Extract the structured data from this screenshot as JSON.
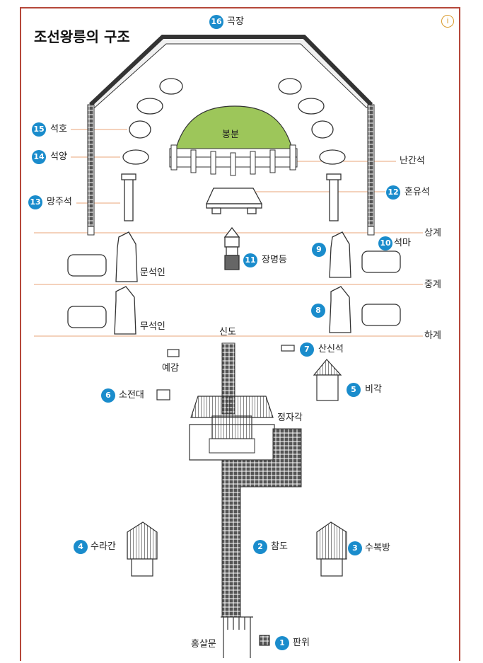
{
  "title": "조선왕릉의 구조",
  "info_icon": "info-icon",
  "colors": {
    "frame": "#b5473a",
    "badge": "#1a8ccc",
    "mound": "#9dc65a",
    "guide": "#e8a67a"
  },
  "levels": {
    "upper": "상계",
    "middle": "중계",
    "lower": "하계"
  },
  "labels": {
    "mound": "봉분",
    "railing": "난간석",
    "sacred_path": "신도",
    "ritual_pit": "예감",
    "hall": "정자각",
    "gate": "홍살문",
    "civil_official": "문석인",
    "military_official": "무석인"
  },
  "items": [
    {
      "num": "1",
      "label": "판위"
    },
    {
      "num": "2",
      "label": "참도"
    },
    {
      "num": "3",
      "label": "수복방"
    },
    {
      "num": "4",
      "label": "수라간"
    },
    {
      "num": "5",
      "label": "비각"
    },
    {
      "num": "6",
      "label": "소전대"
    },
    {
      "num": "7",
      "label": "산신석"
    },
    {
      "num": "8",
      "label": ""
    },
    {
      "num": "9",
      "label": ""
    },
    {
      "num": "10",
      "label": "석마"
    },
    {
      "num": "11",
      "label": "장명등"
    },
    {
      "num": "12",
      "label": "혼유석"
    },
    {
      "num": "13",
      "label": "망주석"
    },
    {
      "num": "14",
      "label": "석양"
    },
    {
      "num": "15",
      "label": "석호"
    },
    {
      "num": "16",
      "label": "곡장"
    }
  ]
}
